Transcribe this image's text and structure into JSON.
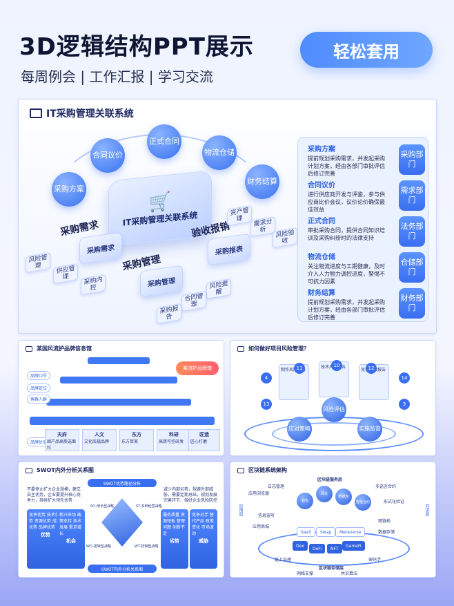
{
  "header": {
    "title": "3D逻辑结构PPT展示",
    "subtitle": "每周例会 | 工作汇报 | 学习交流",
    "badge": "轻松套用"
  },
  "main": {
    "title": "IT采购管理关联系统",
    "center": "IT采购管理关联系统",
    "bubbles": [
      "采购方案",
      "合同议价",
      "正式合同",
      "物流仓储",
      "财务结算"
    ],
    "big_labels": [
      "采购需求",
      "验收报销",
      "采购管理"
    ],
    "tiles": [
      "采购需求",
      "采购报表",
      "采购管理"
    ],
    "minis_left": [
      "风险管理",
      "供应管理",
      "采购内控"
    ],
    "minis_right": [
      "资产管理",
      "需求分析",
      "风险验收"
    ],
    "minis_bottom": [
      "风险提醒",
      "合同管理",
      "采购报告"
    ],
    "items": [
      {
        "title": "采购方案",
        "desc": "提前规划采购需求，并发起采购计划方案，经由各部门审批评估后修订完善",
        "tag": "采购部门"
      },
      {
        "title": "合同议价",
        "desc": "进行供应商开发与评鉴，参与供应商比价会议，议价论价确保最佳效益",
        "tag": "需求部门"
      },
      {
        "title": "正式合同",
        "desc": "审批采购合同，提供合同知识培训及采购纠纷时的法律支持",
        "tag": "法务部门"
      },
      {
        "title": "物流仓储",
        "desc": "关注物流进度与工期健康，及时介入人力物力调控进度，警惕不可抗力因素",
        "tag": "仓储部门"
      },
      {
        "title": "财务结算",
        "desc": "提前规划采购需求，并发起采购计划方案，经由各部门审批评估后修订完善",
        "tag": "财务部门"
      }
    ]
  },
  "panel2": {
    "title": "某国风流护品牌信息馆",
    "ribbon": "某流护品牌馆",
    "side_tags": [
      "品牌口号",
      "品牌定位",
      "客群人群",
      "品牌价值"
    ],
    "cols": [
      {
        "title": "天府",
        "text": "国产品高质选面料"
      },
      {
        "title": "人文",
        "text": "文化底蕴品牌"
      },
      {
        "title": "东方",
        "text": "东方审美"
      },
      {
        "title": "科研",
        "text": "高质可控研发"
      },
      {
        "title": "匠造",
        "text": "匠心打磨"
      }
    ]
  },
  "panel3": {
    "title": "如何做好项目风险管理？",
    "balls": [
      "风险评估",
      "应对策略",
      "实施监督"
    ],
    "nums": [
      "4",
      "11",
      "10",
      "12",
      "14",
      "13",
      "3"
    ],
    "cards": [
      "制作风险报告",
      "技术风险报告",
      "竞争风险报告"
    ]
  },
  "panel4": {
    "title": "SWOT内外分析关系图",
    "top_bar": "SWOT优势路径分析",
    "bottom_bar": "SWOT内外分析关系图",
    "left_cols": [
      {
        "title": "优势",
        "text": "竞争优势 技术优势 资源优势 成本优势 品牌优势"
      },
      {
        "title": "机会",
        "text": "新兴市场 政策支持 技术发展 需求增长"
      }
    ],
    "right_cols": [
      {
        "title": "劣势",
        "text": "服务质量 资源短板 管理问题 创新不足"
      },
      {
        "title": "威胁",
        "text": "竞争对手 替代产品 政策变化 市场波动"
      }
    ],
    "labels": [
      "SO-增长型战略",
      "ST-多种经营战略",
      "WO-扭转型战略",
      "WT-防御型战略"
    ],
    "left_text": "不要停止扩大企业规模，建立自主优势，企业要提升核心竞争力，持续扩大领先优势",
    "right_text": "减少内部劣势，规避外部威胁，需要定期总结，规划发展完善环节，做好企业风险防控"
  },
  "panel5": {
    "title": "区块链系统架构",
    "top_label": "区块链服务层",
    "bottom_label": "区块链存储层",
    "chips_dark": [
      "Dex",
      "DeFi",
      "NFT",
      "GameFi"
    ],
    "chips_light": [
      "SaaS",
      "Swap",
      "Metaverse"
    ],
    "balls": [
      "钱包",
      "网关",
      "数据库",
      "智能合约"
    ],
    "texts": [
      "日志管理",
      "多语言合约",
      "应用浏览器",
      "形式化验证",
      "信息监听",
      "应用商城",
      "跨链桥",
      "数据存储",
      "链上治理",
      "网络支撑",
      "共识算法",
      "密码学"
    ],
    "left_vert": "应用层",
    "right_vert": "共识层"
  }
}
